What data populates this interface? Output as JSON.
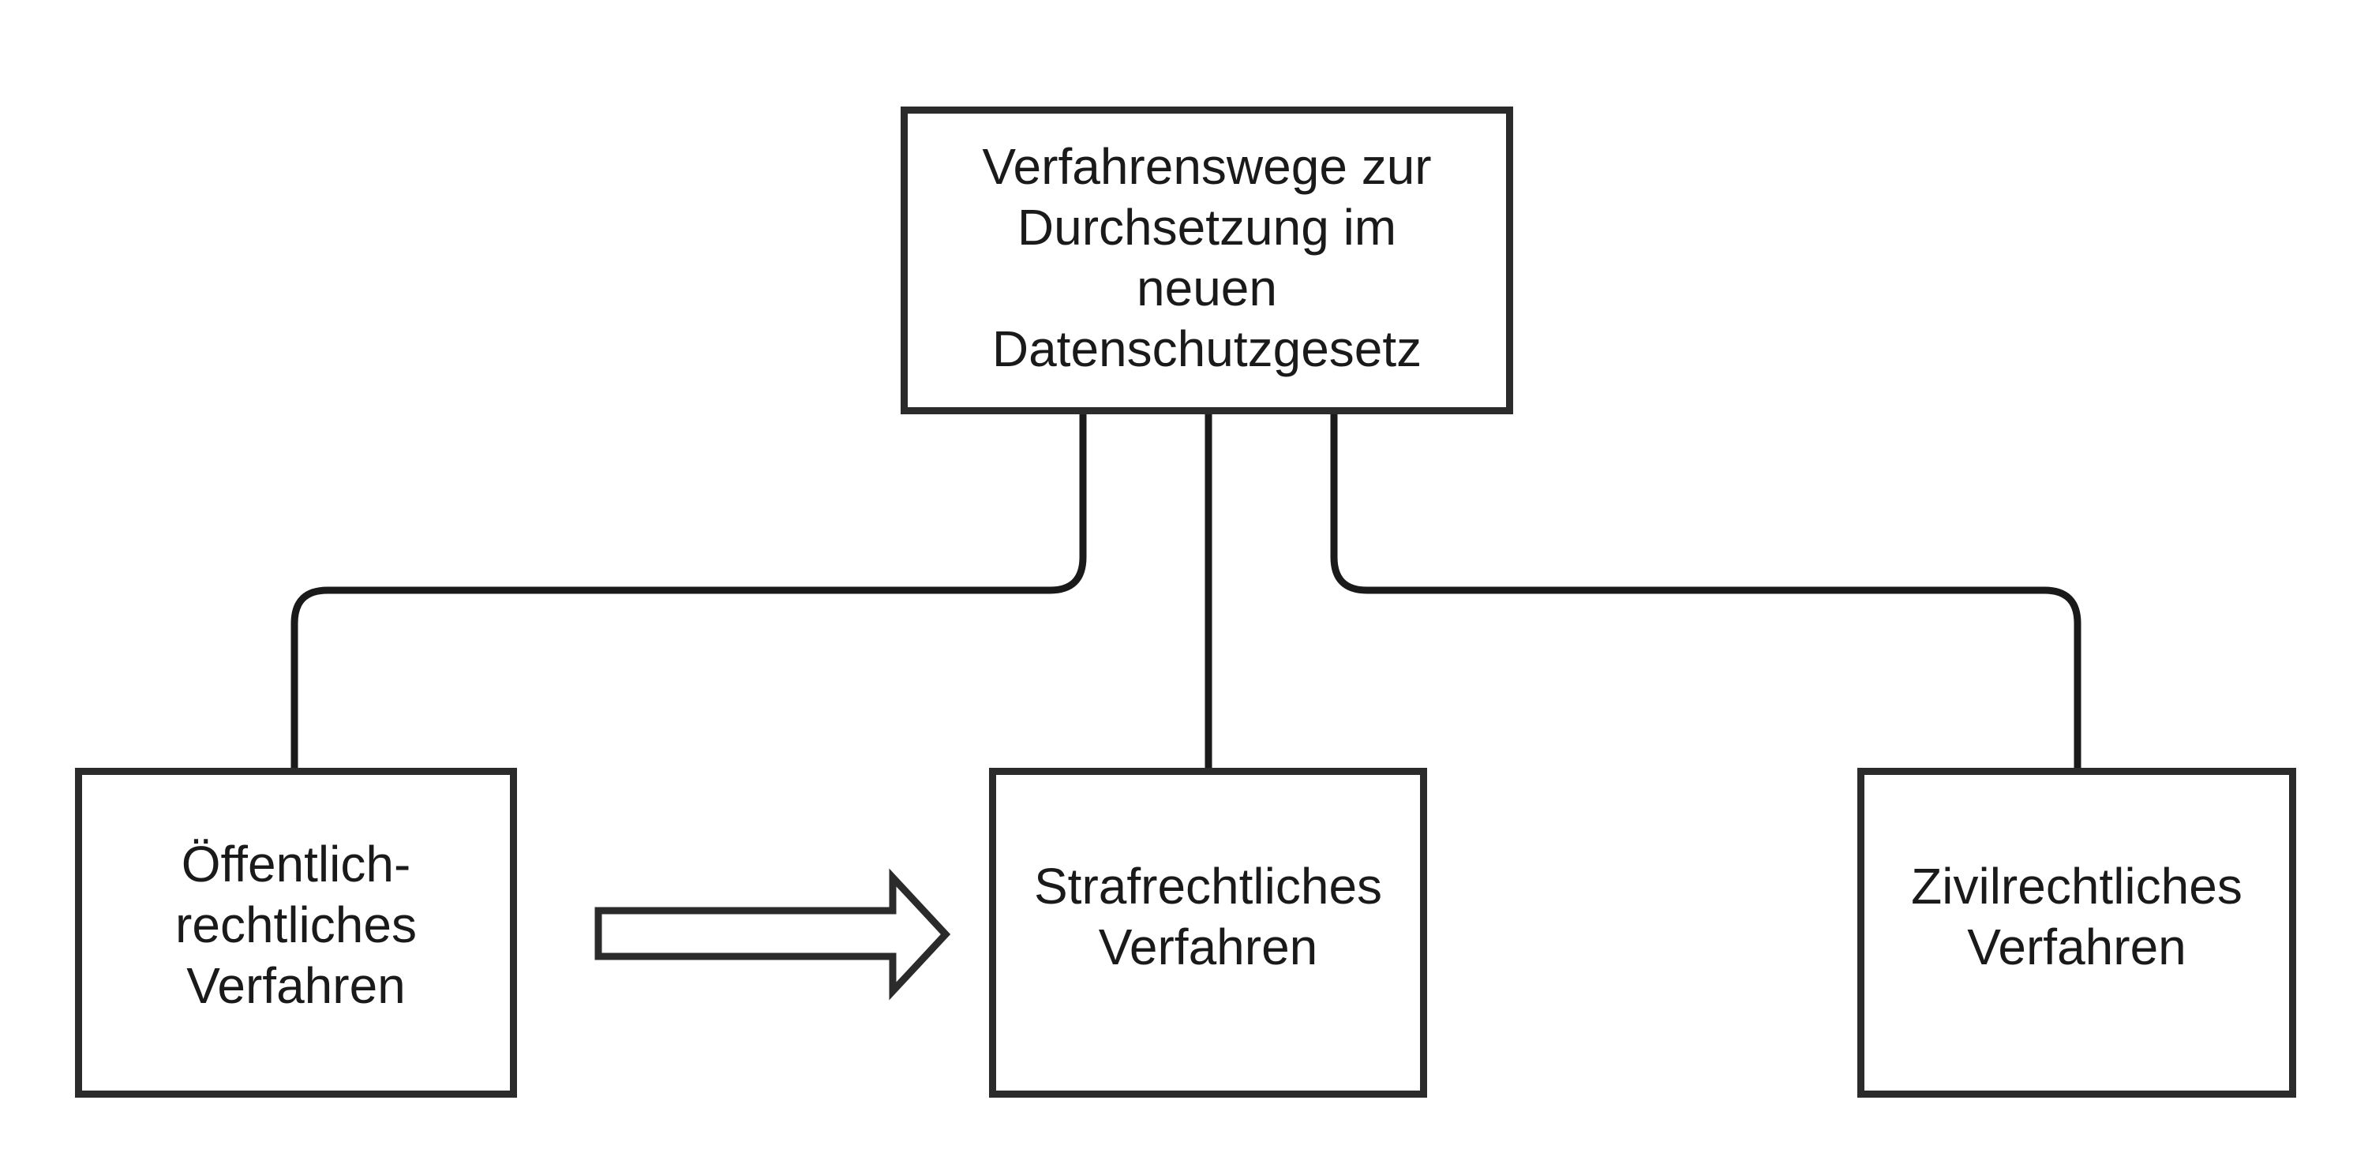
{
  "diagram": {
    "root": {
      "label": "Verfahrenswege zur\nDurchsetzung im\nneuen\nDatenschutzgesetz"
    },
    "children": [
      {
        "id": "public",
        "label": "Öffentlich-\nrechtliches\nVerfahren"
      },
      {
        "id": "criminal",
        "label": "Strafrechtliches\nVerfahren"
      },
      {
        "id": "civil",
        "label": "Zivilrechtliches\nVerfahren"
      }
    ],
    "arrow": {
      "from": "public",
      "to": "criminal",
      "style": "hollow-block-arrow"
    },
    "colors": {
      "stroke": "#2b2b2b",
      "text": "#1a1a1a",
      "background": "#ffffff"
    }
  }
}
